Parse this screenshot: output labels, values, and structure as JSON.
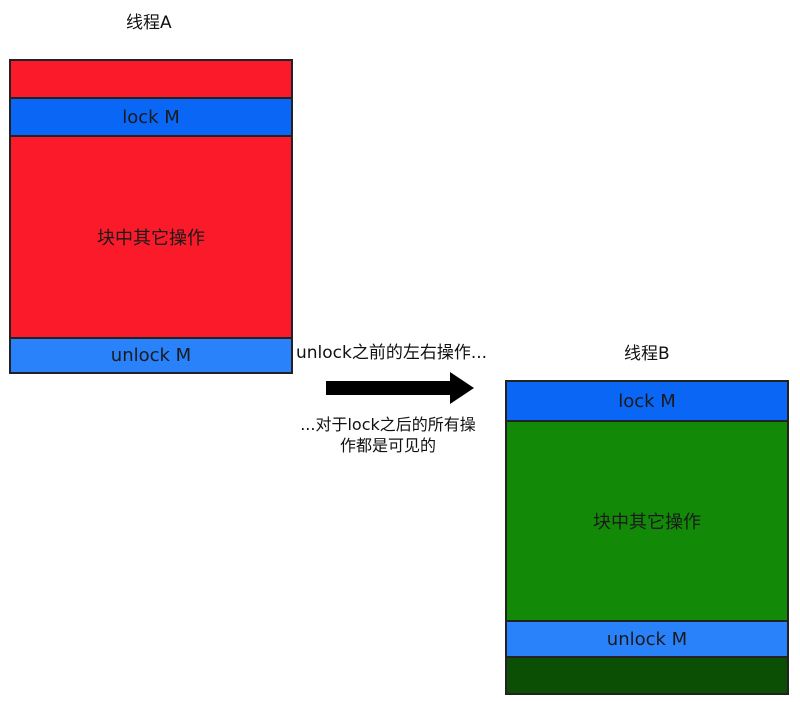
{
  "thread_a": {
    "title": "线程A",
    "lock_label": "lock M",
    "body_label": "块中其它操作",
    "unlock_label": "unlock M"
  },
  "thread_b": {
    "title": "线程B",
    "lock_label": "lock M",
    "body_label": "块中其它操作",
    "unlock_label": "unlock M"
  },
  "annotation": {
    "top_text": "unlock之前的左右操作...",
    "bottom_line1": "...对于lock之后的所有操",
    "bottom_line2": "作都是可见的"
  },
  "colors": {
    "thread_a_fill": "#fa1a2a",
    "thread_b_fill": "#128a08",
    "thread_b_tail": "#0b4f05",
    "lock_blue": "#0a66f5",
    "unlock_blue": "#2a82fa",
    "arrow": "#000000"
  }
}
